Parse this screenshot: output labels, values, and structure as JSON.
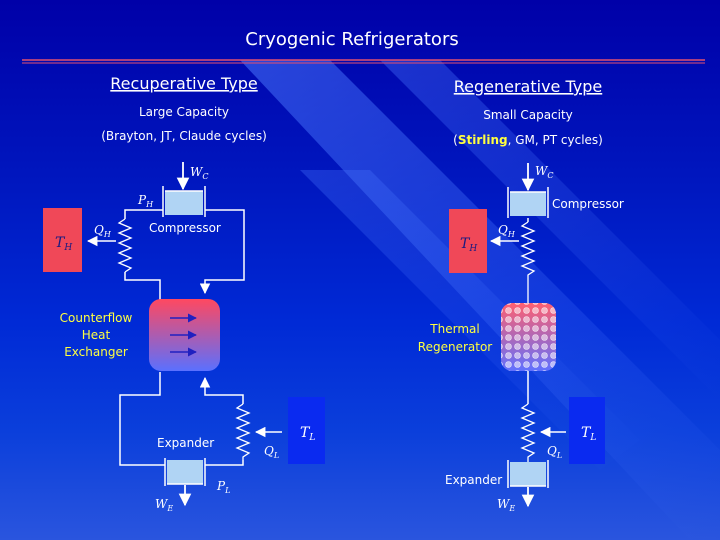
{
  "title": "Cryogenic Refrigerators",
  "left": {
    "heading": "Recuperative Type",
    "capacity": "Large Capacity",
    "cycles": "(Brayton, JT, Claude cycles)",
    "wc": "W",
    "wc_sub": "C",
    "ph": "P",
    "ph_sub": "H",
    "qh": "Q",
    "qh_sub": "H",
    "th": "T",
    "th_sub": "H",
    "compressor": "Compressor",
    "hx_line1": "Counterflow",
    "hx_line2": "Heat",
    "hx_line3": "Exchanger",
    "expander": "Expander",
    "ql": "Q",
    "ql_sub": "L",
    "tl": "T",
    "tl_sub": "L",
    "pl": "P",
    "pl_sub": "L",
    "we": "W",
    "we_sub": "E"
  },
  "right": {
    "heading": "Regenerative Type",
    "capacity": "Small Capacity",
    "cycles_open": "(",
    "cycles_highlight": "Stirling",
    "cycles_rest": ", GM, PT cycles)",
    "wc": "W",
    "wc_sub": "C",
    "compressor": "Compressor",
    "qh": "Q",
    "qh_sub": "H",
    "th": "T",
    "th_sub": "H",
    "regen_line1": "Thermal",
    "regen_line2": "Regenerator",
    "ql": "Q",
    "ql_sub": "L",
    "tl": "T",
    "tl_sub": "L",
    "expander": "Expander",
    "we": "W",
    "we_sub": "E"
  },
  "colors": {
    "hot_reservoir": "#f04858",
    "cold_reservoir": "#0a2af0",
    "piston_box": "#b0d4f4",
    "title_underline": "#e05070",
    "highlight_text": "#ffff40"
  }
}
